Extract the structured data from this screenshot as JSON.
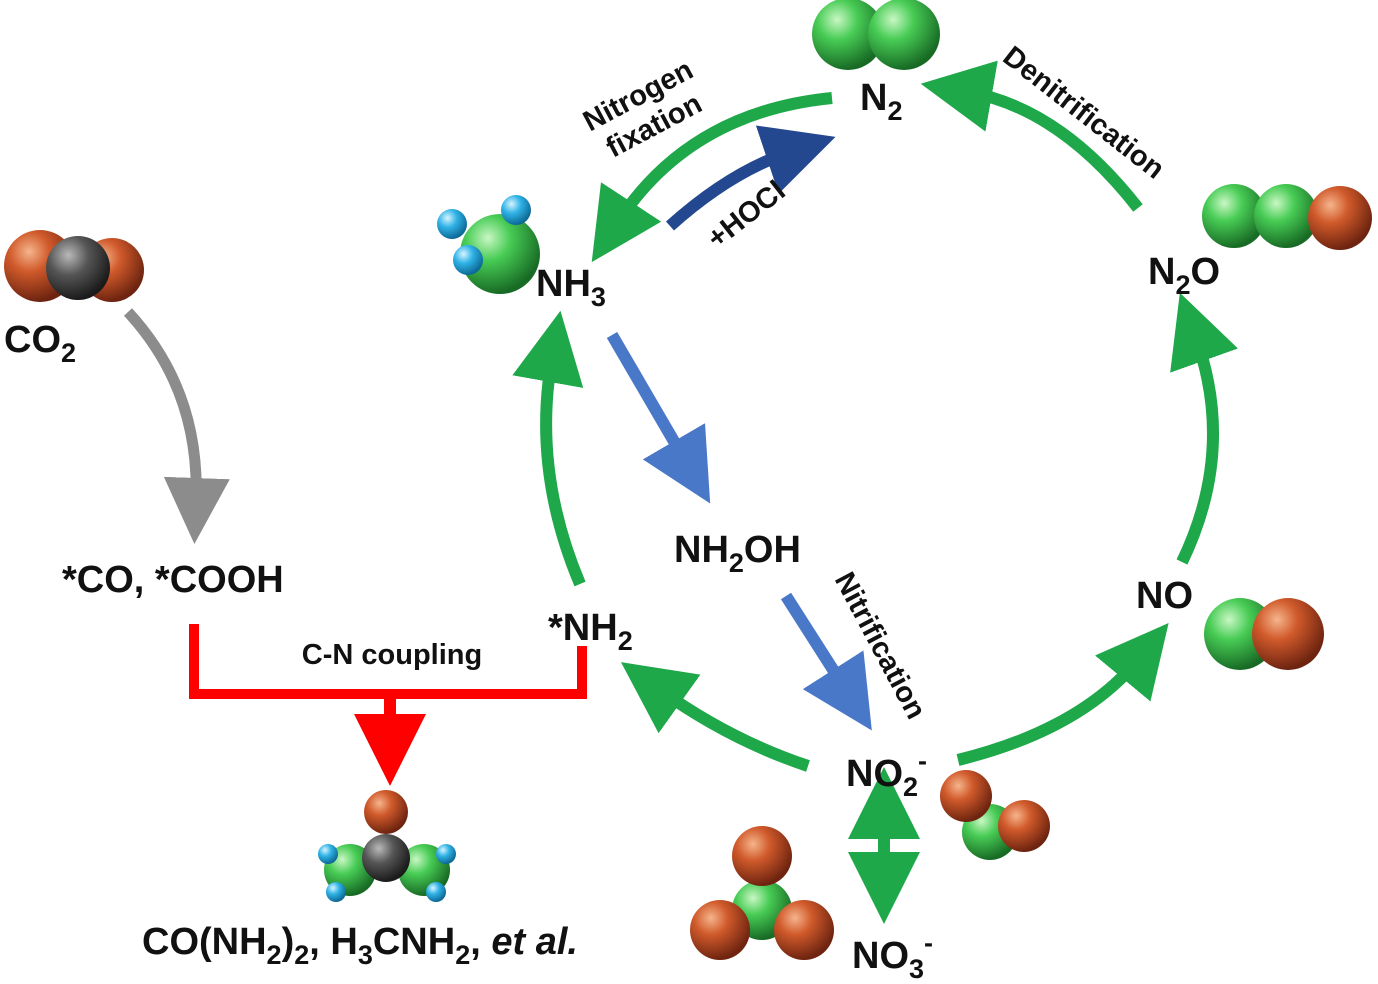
{
  "labels": {
    "co2": {
      "main": "CO",
      "sub": "2"
    },
    "co_cooh": "*CO, *COOH",
    "nh3": {
      "main": "NH",
      "sub": "3"
    },
    "n2": {
      "main": "N",
      "sub": "2"
    },
    "n2o": {
      "main": "N",
      "sub": "2",
      "tail": "O"
    },
    "no": "NO",
    "nh2oh": {
      "main": "NH",
      "sub": "2",
      "tail": "OH"
    },
    "nh2": {
      "main": "*NH",
      "sub": "2"
    },
    "no2": {
      "main": "NO",
      "sub": "2",
      "sup": "-"
    },
    "no3": {
      "main": "NO",
      "sub": "3",
      "sup": "-"
    },
    "products": {
      "p1": "CO(NH",
      "p1sub": "2",
      "p1tail": ")",
      "p1tail_sub": "2",
      "sep1": ", H",
      "p2sub1": "3",
      "p2mid": "CNH",
      "p2sub2": "2",
      "sep2": ", ",
      "etal": "et al."
    }
  },
  "processes": {
    "nitrogen_fixation_1": "Nitrogen",
    "nitrogen_fixation_2": "fixation",
    "hocl": "+HOCl",
    "denitrification": "Denitrification",
    "nitrification": "Nitrification",
    "cn_coupling": "C-N coupling"
  },
  "colors": {
    "cycle_arrow": "#1ea84a",
    "oxidation_arrow": "#4a78c8",
    "hocl_arrow": "#24488f",
    "co2_arrow": "#8c8c8c",
    "coupling_arrow": "#ff0000",
    "nitrogen_atom": "#3fc54e",
    "oxygen_atom": "#c8552a",
    "carbon_atom": "#4d4d4d",
    "hydrogen_atom": "#2fb2e6"
  }
}
